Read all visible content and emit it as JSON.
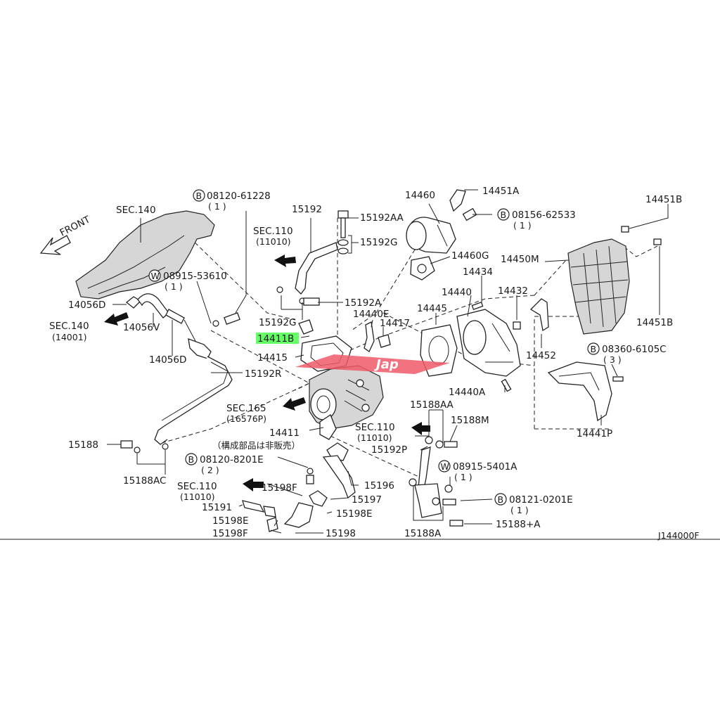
{
  "diagram": {
    "code": "J144000F",
    "front": "FRONT",
    "jp_note": "（構成部品は非販売）",
    "watermark": "Jap",
    "sec": {
      "s140a": "SEC.140",
      "s140b": "SEC.140",
      "s140b_sub": "(14001)",
      "s110a": "SEC.110",
      "s110a_sub": "(11010)",
      "s165": "SEC.165",
      "s165_sub": "(16576P)",
      "s110b": "SEC.110",
      "s110b_sub": "(11010)",
      "s110c": "SEC.110",
      "s110c_sub": "(11010)"
    },
    "parts": {
      "p14056D_a": "14056D",
      "p14056V": "14056V",
      "p14056D_b": "14056D",
      "p15192R": "15192R",
      "p15188": "15188",
      "p15188AC": "15188AC",
      "p15192": "15192",
      "p15192AA": "15192AA",
      "p15192G_a": "15192G",
      "p15192A": "15192A",
      "p15192G_b": "15192G",
      "p14411B": "14411B",
      "p14415": "14415",
      "p14440E": "14440E",
      "p14417": "14417",
      "p14411": "14411",
      "p15196": "15196",
      "p15197": "15197",
      "p15198F_a": "15198F",
      "p15191": "15191",
      "p15198E_a": "15198E",
      "p15198E_b": "15198E",
      "p15198F_b": "15198F",
      "p15198": "15198",
      "p14460": "14460",
      "p14451A": "14451A",
      "p14460G": "14460G",
      "p14434": "14434",
      "p14440": "14440",
      "p14432": "14432",
      "p14445": "14445",
      "p14452": "14452",
      "p14450M": "14450M",
      "p14451B_a": "14451B",
      "p14451B_b": "14451B",
      "p14440A": "14440A",
      "p14441P": "14441P",
      "p15188AA": "15188AA",
      "p15188M": "15188M",
      "p15192P": "15192P",
      "p15188A": "15188A",
      "p15188plusA": "15188+A"
    },
    "callouts": {
      "c1": {
        "letter": "B",
        "num": "08120-61228",
        "qty": "( 1 )"
      },
      "c2": {
        "letter": "W",
        "num": "08915-53610",
        "qty": "( 1 )"
      },
      "c3": {
        "letter": "B",
        "num": "08156-62533",
        "qty": "( 1 )"
      },
      "c4": {
        "letter": "B",
        "num": "08360-6105C",
        "qty": "( 3 )"
      },
      "c5": {
        "letter": "B",
        "num": "08120-8201E",
        "qty": "( 2 )"
      },
      "c6": {
        "letter": "W",
        "num": "08915-5401A",
        "qty": "( 1 )"
      },
      "c7": {
        "letter": "B",
        "num": "08121-0201E",
        "qty": "( 1 )"
      }
    }
  }
}
